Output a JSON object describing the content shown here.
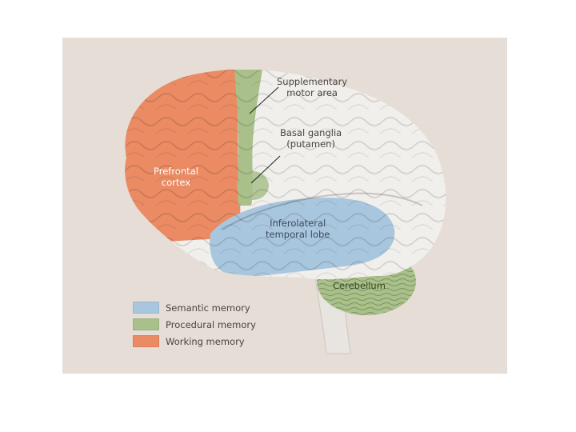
{
  "colors": {
    "background": "#e5ddd6",
    "brain": "#f1efec",
    "semantic": "#a8c6de",
    "procedural": "#a9c08a",
    "working": "#ea8b64",
    "stem": "#e8e4e0"
  },
  "labels": {
    "supplementary_motor_area": [
      "Supplementary",
      "motor area"
    ],
    "basal_ganglia": [
      "Basal ganglia",
      "(putamen)"
    ],
    "prefrontal_cortex": [
      "Prefrontal",
      "cortex"
    ],
    "inferolateral_temporal_lobe": [
      "Inferolateral",
      "temporal lobe"
    ],
    "cerebellum": "Cerebellum"
  },
  "legend": [
    {
      "label": "Semantic memory",
      "color": "#a8c6de"
    },
    {
      "label": "Procedural memory",
      "color": "#a9c08a"
    },
    {
      "label": "Working memory",
      "color": "#ea8b64"
    }
  ]
}
